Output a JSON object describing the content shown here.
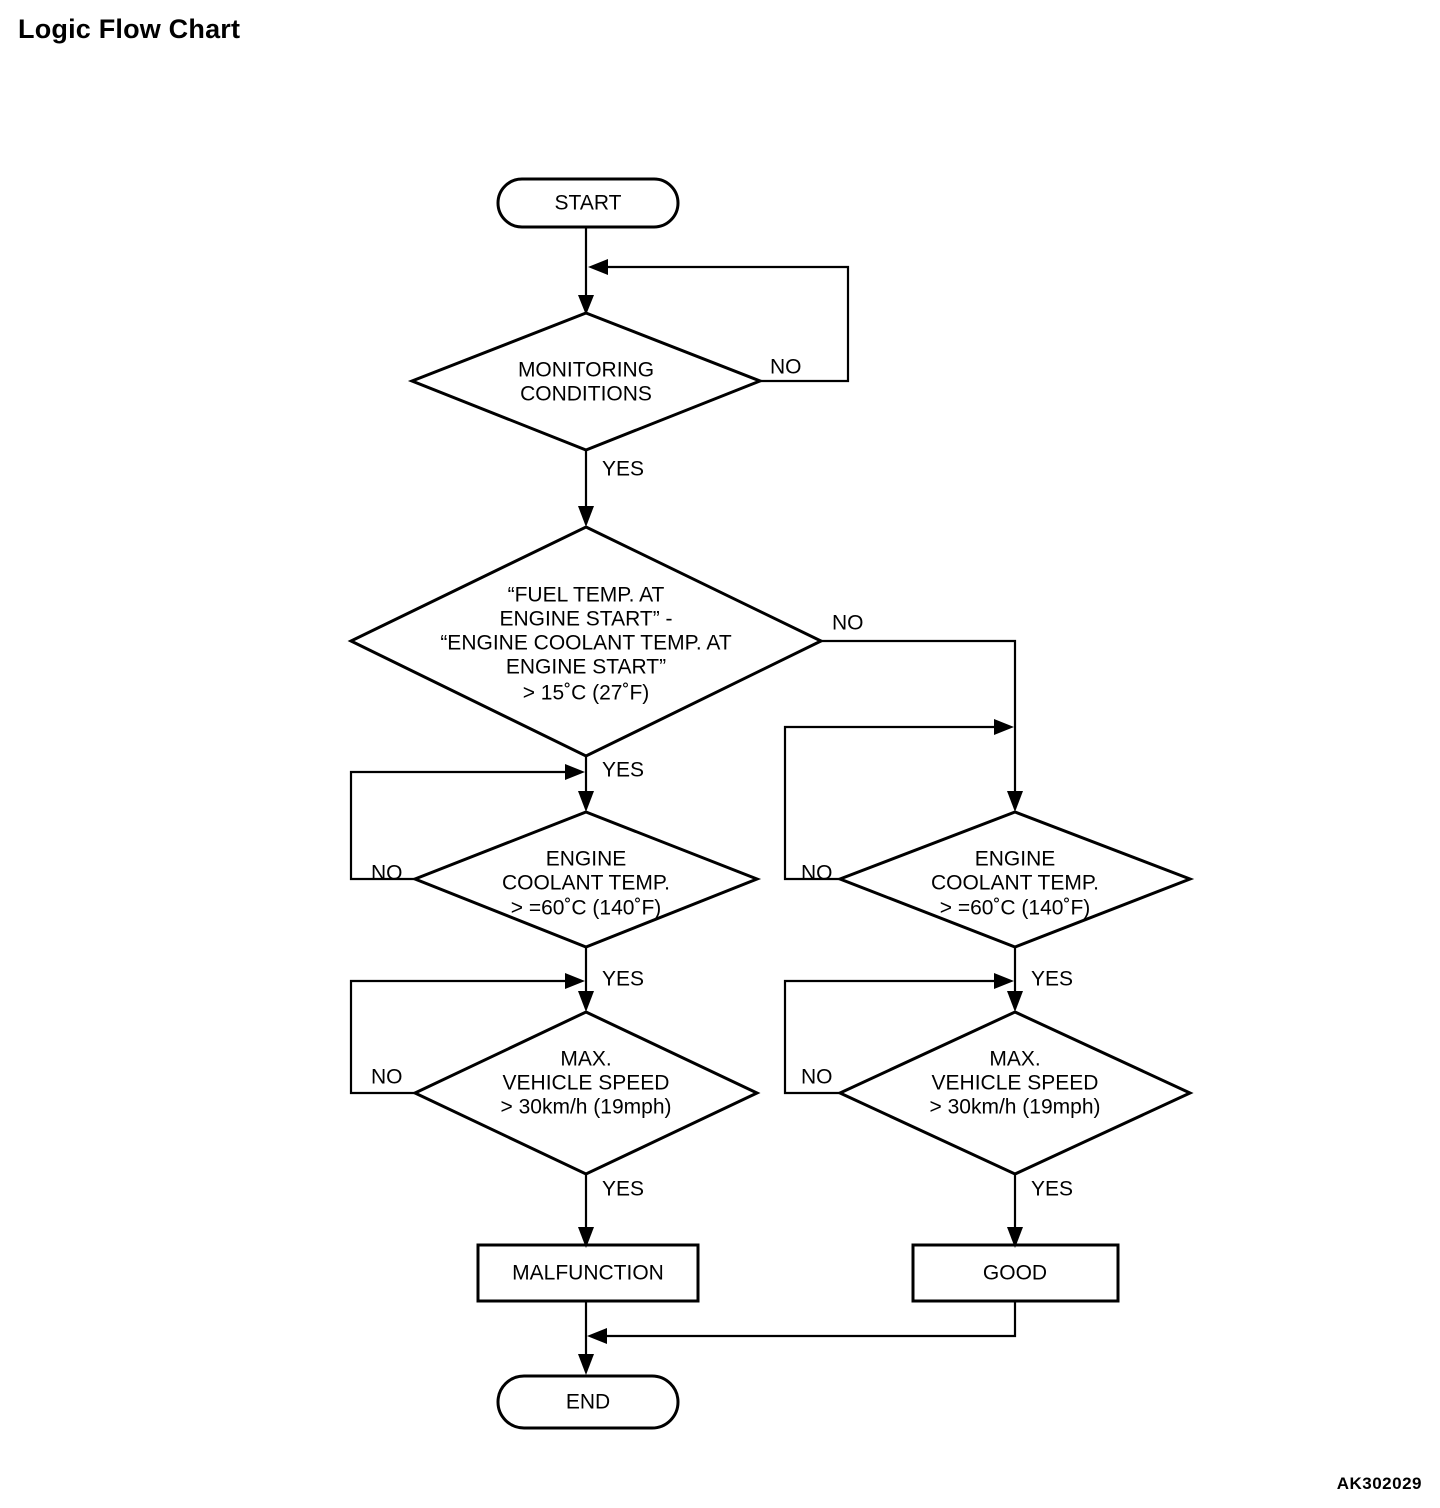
{
  "page": {
    "title": "Logic Flow Chart",
    "reference_code": "AK302029"
  },
  "chart_data": {
    "type": "diagram",
    "diagram_kind": "flowchart",
    "title": "Logic Flow Chart",
    "orientation": "top-to-bottom",
    "nodes": [
      {
        "id": "start",
        "shape": "terminator",
        "lines": [
          "START"
        ]
      },
      {
        "id": "monitoring",
        "shape": "decision",
        "lines": [
          "MONITORING",
          "CONDITIONS"
        ]
      },
      {
        "id": "fuel_temp",
        "shape": "decision",
        "lines": [
          "“FUEL TEMP. AT",
          "ENGINE START” -",
          "“ENGINE COOLANT TEMP. AT",
          "ENGINE START”",
          "> 15˚C (27˚F)"
        ]
      },
      {
        "id": "coolant_left",
        "shape": "decision",
        "lines": [
          "ENGINE",
          "COOLANT TEMP.",
          "> =60˚C (140˚F)"
        ]
      },
      {
        "id": "coolant_right",
        "shape": "decision",
        "lines": [
          "ENGINE",
          "COOLANT TEMP.",
          "> =60˚C (140˚F)"
        ]
      },
      {
        "id": "speed_left",
        "shape": "decision",
        "lines": [
          "MAX.",
          "VEHICLE SPEED",
          "> 30km/h (19mph)"
        ]
      },
      {
        "id": "speed_right",
        "shape": "decision",
        "lines": [
          "MAX.",
          "VEHICLE SPEED",
          "> 30km/h (19mph)"
        ]
      },
      {
        "id": "malfunction",
        "shape": "process",
        "lines": [
          "MALFUNCTION"
        ]
      },
      {
        "id": "good",
        "shape": "process",
        "lines": [
          "GOOD"
        ]
      },
      {
        "id": "end",
        "shape": "terminator",
        "lines": [
          "END"
        ]
      }
    ],
    "edges": [
      {
        "from": "start",
        "to": "monitoring",
        "label": ""
      },
      {
        "from": "monitoring",
        "to": "monitoring",
        "label": "NO"
      },
      {
        "from": "monitoring",
        "to": "fuel_temp",
        "label": "YES"
      },
      {
        "from": "fuel_temp",
        "to": "coolant_right",
        "label": "NO"
      },
      {
        "from": "fuel_temp",
        "to": "coolant_left",
        "label": "YES"
      },
      {
        "from": "coolant_left",
        "to": "coolant_left",
        "label": "NO"
      },
      {
        "from": "coolant_left",
        "to": "speed_left",
        "label": "YES"
      },
      {
        "from": "coolant_right",
        "to": "coolant_right",
        "label": "NO"
      },
      {
        "from": "coolant_right",
        "to": "speed_right",
        "label": "YES"
      },
      {
        "from": "speed_left",
        "to": "speed_left",
        "label": "NO"
      },
      {
        "from": "speed_left",
        "to": "malfunction",
        "label": "YES"
      },
      {
        "from": "speed_right",
        "to": "speed_right",
        "label": "NO"
      },
      {
        "from": "speed_right",
        "to": "good",
        "label": "YES"
      },
      {
        "from": "malfunction",
        "to": "end",
        "label": ""
      },
      {
        "from": "good",
        "to": "end",
        "label": ""
      }
    ],
    "labels": {
      "start": "START",
      "end": "END",
      "monitoring_l1": "MONITORING",
      "monitoring_l2": "CONDITIONS",
      "fuel_l1": "“FUEL TEMP. AT",
      "fuel_l2": "ENGINE START” -",
      "fuel_l3": "“ENGINE COOLANT TEMP. AT",
      "fuel_l4": "ENGINE START”",
      "fuel_l5": "> 15˚C (27˚F)",
      "coolant_l1": "ENGINE",
      "coolant_l2": "COOLANT TEMP.",
      "coolant_l3": "> =60˚C (140˚F)",
      "speed_l1": "MAX.",
      "speed_l2": "VEHICLE SPEED",
      "speed_l3": "> 30km/h (19mph)",
      "malfunction": "MALFUNCTION",
      "good": "GOOD",
      "yes": "YES",
      "no": "NO"
    }
  }
}
